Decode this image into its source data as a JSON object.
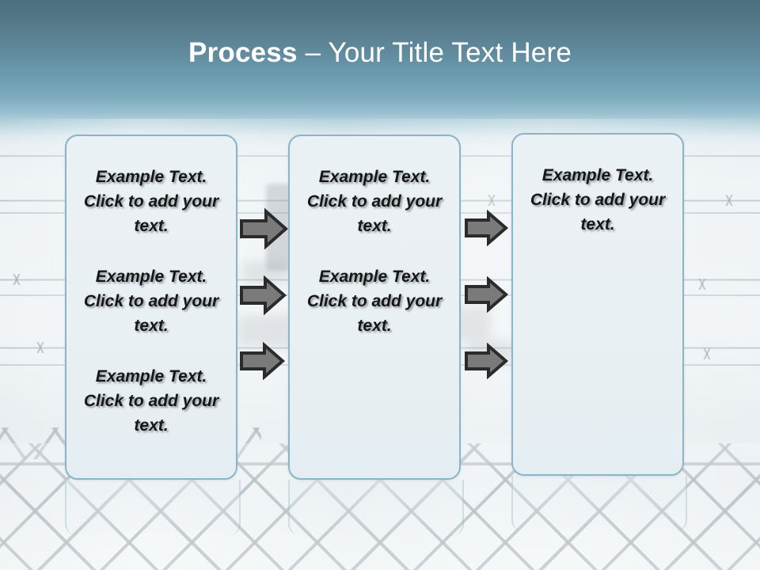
{
  "slide": {
    "title_strong": "Process",
    "title_rest": " – Your Title Text Here",
    "background_description": "barbed-wire-and-chain-link-fence-photo",
    "colors": {
      "header_top": "#4a707f",
      "header_mid": "#7aa8bc",
      "body": "#eef3f5",
      "box_border": "#8ab4c8",
      "box_fill": "#e9f0f3",
      "arrow_fill": "#7a7a7a",
      "arrow_stroke": "#2b2b2b",
      "title_text": "#ffffff",
      "body_text": "#161616"
    }
  },
  "columns": [
    {
      "name": "column-1",
      "blocks": [
        "Example Text. Click  to add your text.",
        "Example Text. Click  to add your text.",
        "Example Text. Click  to add your text."
      ]
    },
    {
      "name": "column-2",
      "blocks": [
        "Example Text. Click  to add your text.",
        "Example Text. Click  to add your text."
      ]
    },
    {
      "name": "column-3",
      "blocks": [
        "Example Text. Click  to add your text."
      ]
    }
  ],
  "connectors": {
    "group_1_label": "right-arrow",
    "group_2_label": "right-arrow",
    "count_per_group": 3
  }
}
